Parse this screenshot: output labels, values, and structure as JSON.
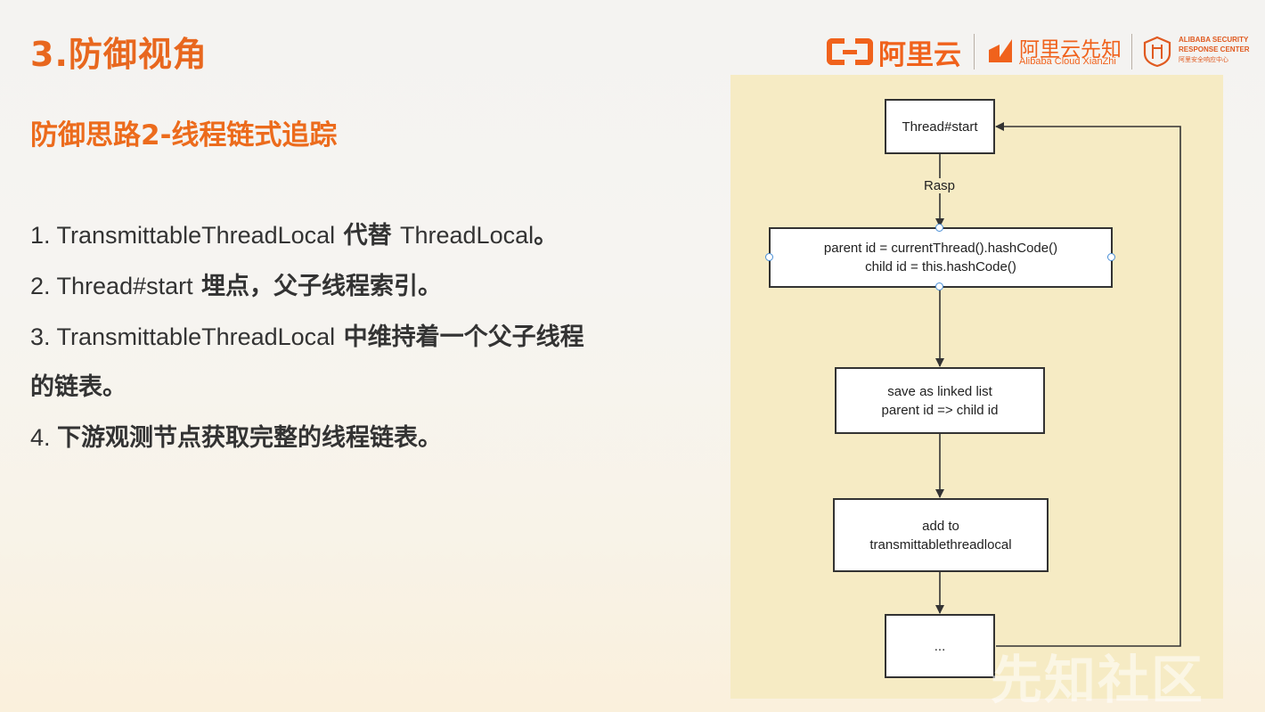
{
  "slide": {
    "title": "3.防御视角",
    "subtitle": "防御思路2-线程链式追踪"
  },
  "points": [
    {
      "num": "1. ",
      "pre": "TransmittableThreadLocal",
      "kw": " 代替 ",
      "post": "ThreadLocal",
      "tail": "。"
    },
    {
      "num": "2. ",
      "pre": "Thread#start",
      "kw": " 埋点，父子线程索引。",
      "post": "",
      "tail": ""
    },
    {
      "num": "3. ",
      "pre": "TransmittableThreadLocal",
      "kw": " 中维持着一个父子线程",
      "post": "",
      "tail": ""
    },
    {
      "num": "",
      "pre": "",
      "kw": "的链表。",
      "post": "",
      "tail": ""
    },
    {
      "num": "4. ",
      "pre": "",
      "kw": "下游观测节点获取完整的线程链表。",
      "post": "",
      "tail": ""
    }
  ],
  "logos": {
    "aliyun": "阿里云",
    "xianzhi_cn": "阿里云先知",
    "xianzhi_en": "Alibaba Cloud XianZhi",
    "asrc_line1": "ALIBABA SECURITY",
    "asrc_line2": "RESPONSE CENTER",
    "asrc_line3": "阿里安全响应中心",
    "accent": "#f0621c"
  },
  "flowchart": {
    "nodes": {
      "start": {
        "lines": [
          "Thread#start"
        ]
      },
      "ids": {
        "lines": [
          "parent id = currentThread().hashCode()",
          "child id = this.hashCode()"
        ]
      },
      "save": {
        "lines": [
          "save as linked list",
          "parent id => child id"
        ]
      },
      "add": {
        "lines": [
          "add to",
          "transmittablethreadlocal"
        ]
      },
      "more": {
        "lines": [
          "..."
        ]
      }
    },
    "edge_label": "Rasp"
  },
  "watermark": "先知社区"
}
